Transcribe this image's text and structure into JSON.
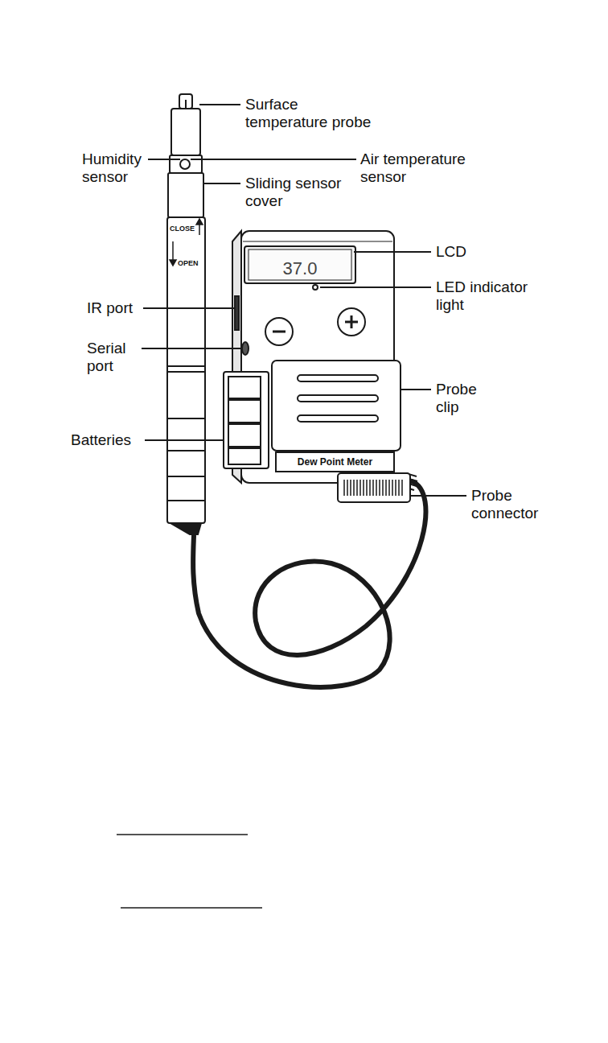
{
  "diagram": {
    "labels": [
      "Surface temperature probe",
      "Humidity sensor",
      "Air temperature sensor",
      "Sliding sensor cover",
      "CLOSE",
      "OPEN",
      "LCD",
      "37.0",
      "LED indicator light",
      "IR port",
      "Serial port",
      "Probe clip",
      "Batteries",
      "Dew Point Meter",
      "Probe connector"
    ]
  }
}
